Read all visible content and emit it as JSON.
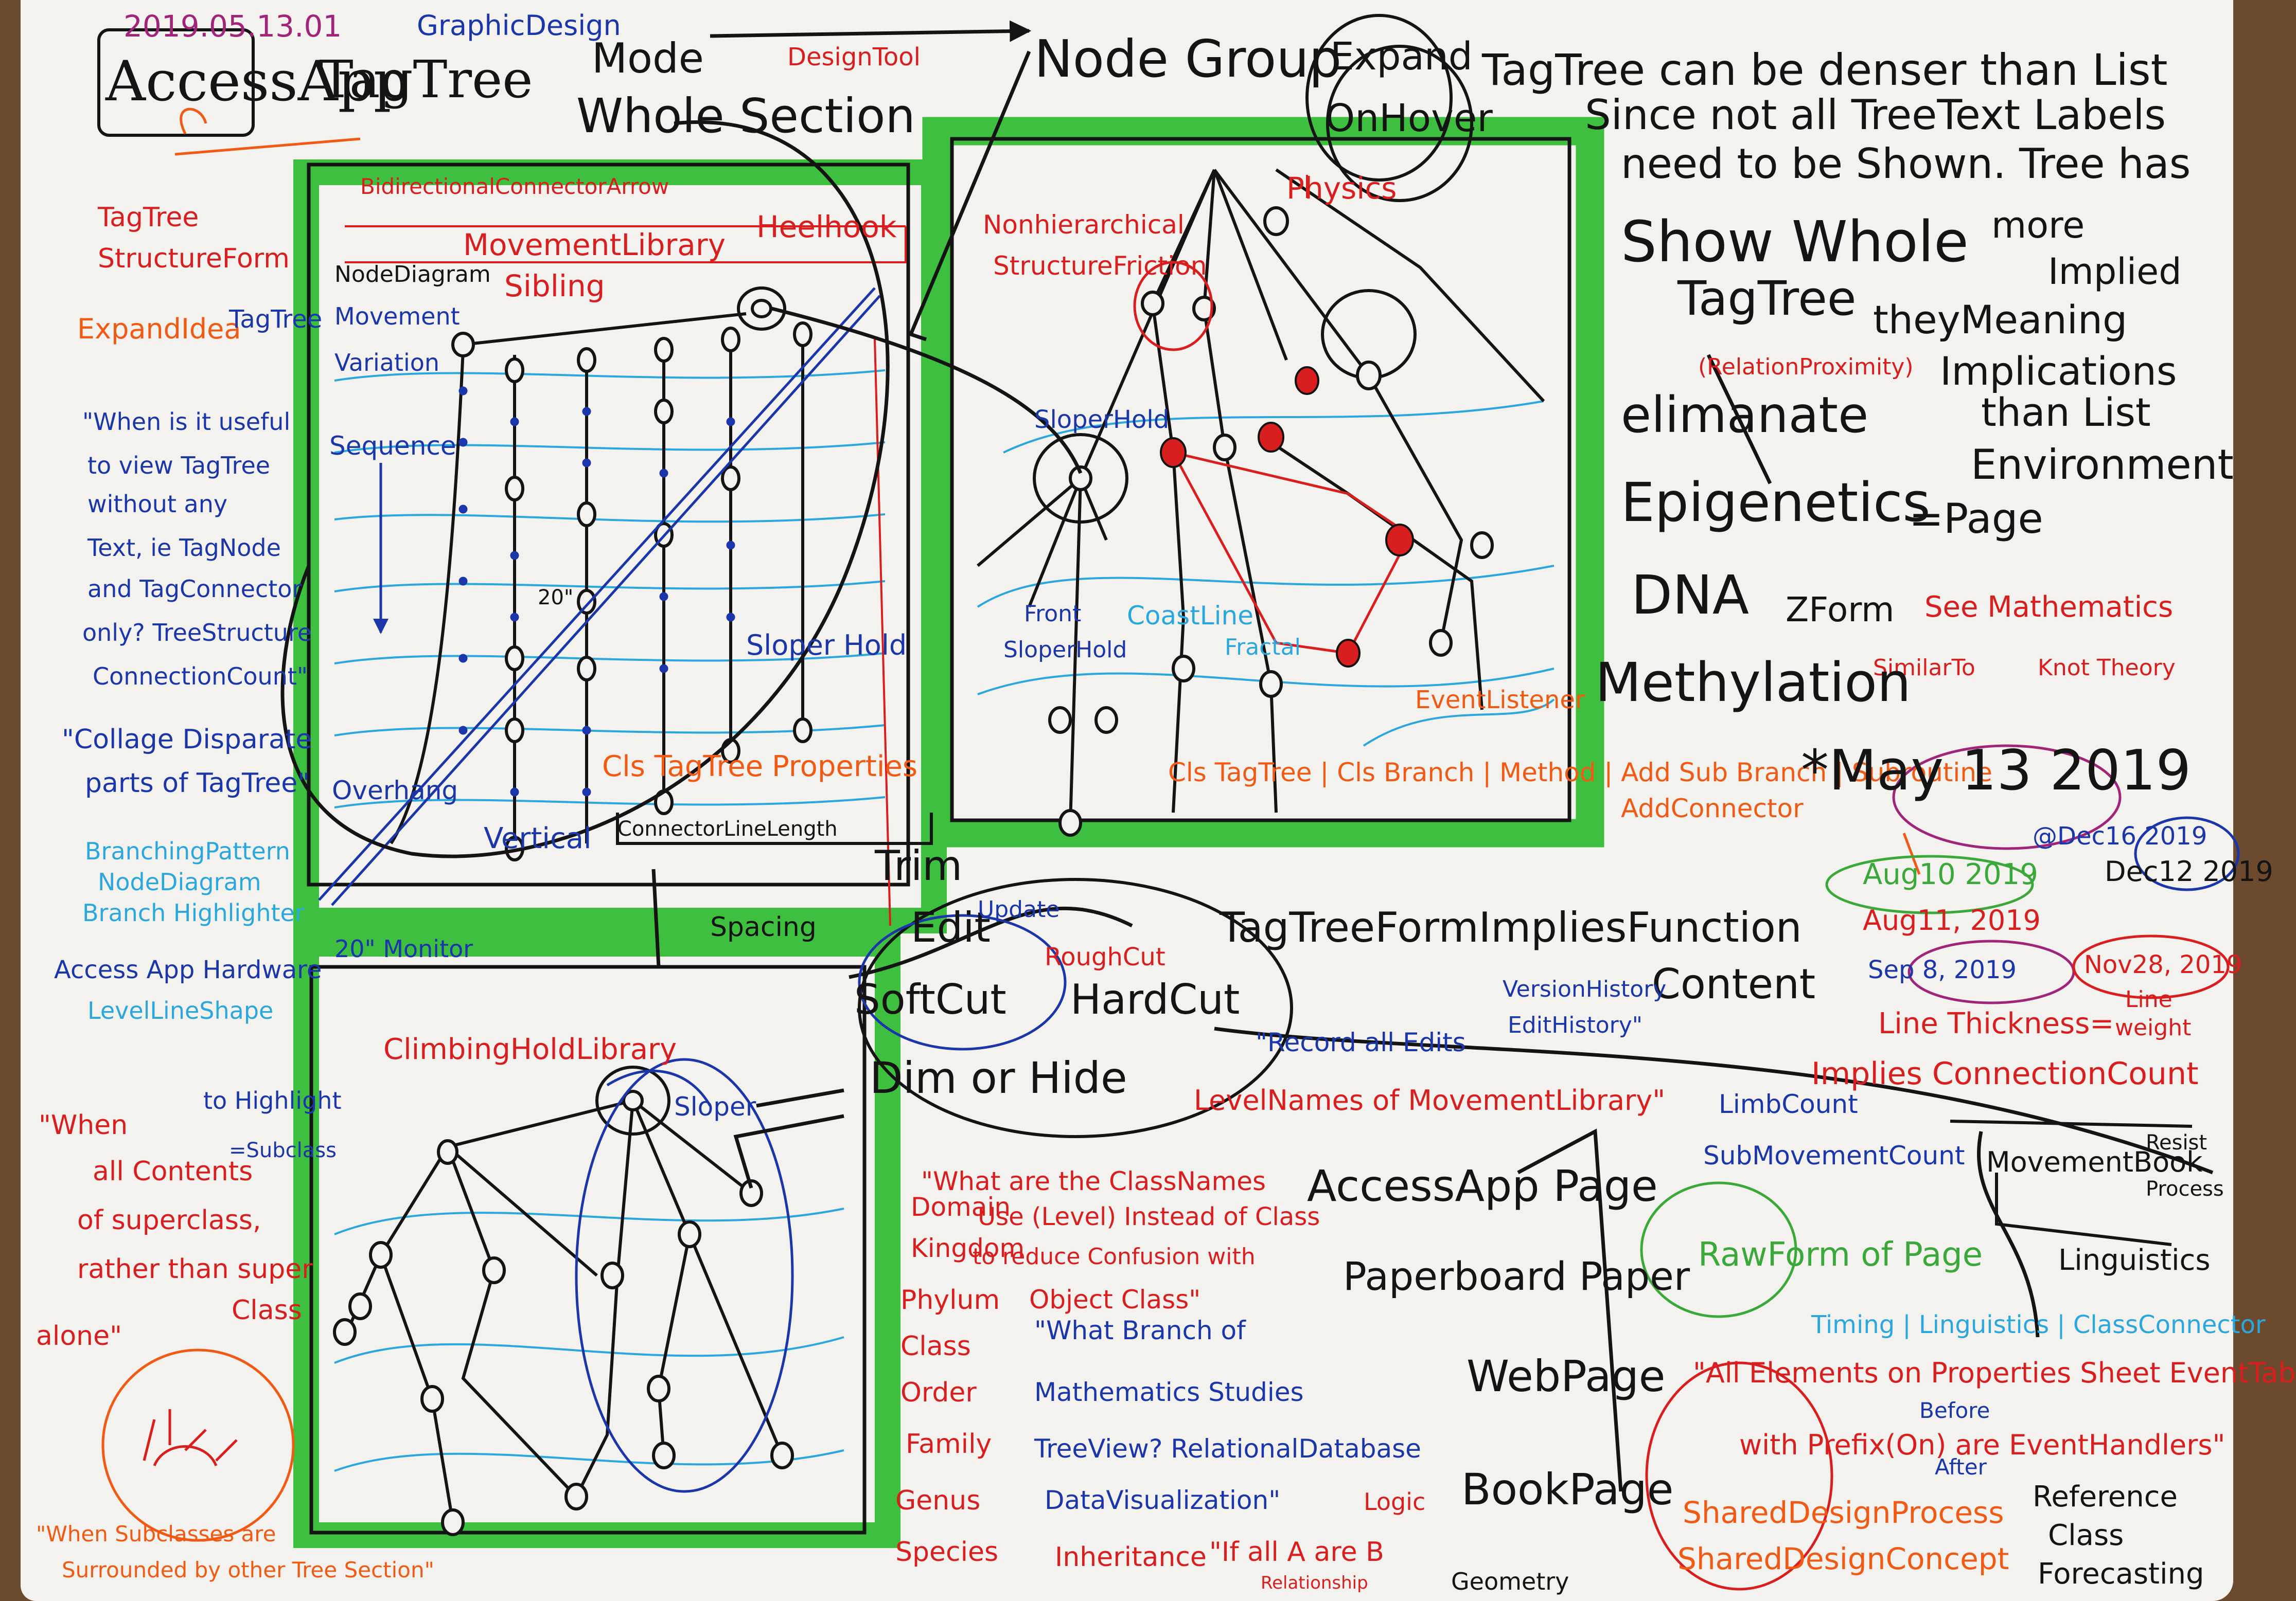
{
  "colors": {
    "paper": "#f4f2ee",
    "frame_green": "#3fbf3f",
    "ink_black": "#141414",
    "ink_blue": "#1b36a8",
    "ink_red": "#d81e1e",
    "ink_orange": "#f05a14",
    "ink_light_blue": "#2aa7dd",
    "ink_purple": "#a0247a"
  },
  "header": {
    "date": "2019.05.13.01",
    "app": "AccessApp",
    "tagtree": "TagTree",
    "graphic_design": "GraphicDesign",
    "mode": "Mode",
    "whole_section": "Whole Section",
    "design_tool": "DesignTool",
    "node_group": "Node Group",
    "expand": "Expand",
    "on_hover": "OnHover",
    "bidirectional": "BidirectionalConnectorArrow"
  },
  "left_notes": {
    "structure_form_1": "TagTree",
    "structure_form_2": "StructureForm",
    "expand_idea": "ExpandIdea",
    "tagtree_small": "TagTree",
    "useful_1": "\"When is it useful",
    "useful_2": "to view TagTree",
    "useful_3": "without any",
    "useful_4": "Text, ie TagNode",
    "useful_5": "and TagConnector",
    "useful_6": "only? TreeStructure",
    "useful_7": "ConnectionCount\"",
    "collage_1": "\"Collage Disparate",
    "collage_2": "parts of TagTree\"",
    "branching": "BranchingPattern",
    "node_diagram": "NodeDiagram",
    "branch_highlight": "Branch Highlighter",
    "hardware": "Access App Hardware",
    "monitor": "20\" Monitor",
    "level_line": "LevelLineShape",
    "when_1": "\"When",
    "when_2": "to Highlight",
    "when_3": "all Contents",
    "when_4": "of superclass,",
    "when_5": "rather than super",
    "when_6": "Class",
    "when_7": "alone\"",
    "subclass": "=Subclass",
    "bottom_quote_1": "\"When Subclasses are",
    "bottom_quote_2": "Surrounded by other Tree Section\""
  },
  "panel_a": {
    "node_diagram": "NodeDiagram",
    "movement_library": "MovementLibrary",
    "heelhook": "Heelhook",
    "sibling": "Sibling",
    "movement": "Movement",
    "variation": "Variation",
    "sequence": "Sequence",
    "twenty": "20\"",
    "sloper_hold": "Sloper Hold",
    "overhang": "Overhang",
    "vertical": "Vertical",
    "cls": "Cls TagTree",
    "properties": "Properties",
    "connector_length": "ConnectorLineLength"
  },
  "panel_b": {
    "nonhier_1": "Nonhierarchical",
    "nonhier_2": "StructureFriction",
    "physics": "Physics",
    "sloper_hold": "SloperHold",
    "front_1": "Front",
    "front_2": "SloperHold",
    "coastline": "CoastLine",
    "fractal": "Fractal",
    "event_listener": "EventListener",
    "cls_path": "Cls TagTree | Cls Branch | Method | Add Sub Branch | Subroutine",
    "add_connector": "AddConnector"
  },
  "panel_c": {
    "climbing": "ClimbingHoldLibrary",
    "sloper": "Sloper",
    "spacing": "Spacing"
  },
  "right_notes": {
    "denser_1": "TagTree can be denser than List",
    "denser_2": "Since not all TreeText Labels",
    "denser_3": "need to be Shown. Tree has",
    "show_whole_1": "Show Whole",
    "show_whole_2": "TagTree",
    "more": "more",
    "implied": "Implied",
    "they_meaning": "theyMeaning",
    "relation_proximity": "(RelationProximity)",
    "implications": "Implications",
    "than_list": "than List",
    "eliminate": "elimanate",
    "epigenetics": "Epigenetics",
    "environment": "Environment",
    "eq_page": "=Page",
    "dna": "DNA",
    "zform": "ZForm",
    "see_math": "See Mathematics",
    "similar_to": "SimilarTo",
    "knot_theory": "Knot Theory",
    "methylation": "Methylation",
    "may13": "*May 13 2019",
    "dec16": "@Dec16 2019",
    "aug10": "Aug10 2019",
    "dec12": "Dec12 2019",
    "aug11": "Aug11, 2019",
    "sep8": "Sep 8, 2019",
    "nov28": "Nov28, 2019",
    "line_thickness": "Line Thickness=",
    "line_weight_1": "Line",
    "line_weight_2": "weight",
    "implies_conn": "Implies ConnectionCount"
  },
  "center_notes": {
    "trim": "Trim",
    "edit": "Edit",
    "update": "Update",
    "roughcut": "RoughCut",
    "softcut": "SoftCut",
    "hardcut": "HardCut",
    "dim": "Dim or Hide",
    "form_implies": "TagTreeFormImpliesFunction",
    "content": "Content",
    "version_history": "VersionHistory",
    "edit_history": "EditHistory\"",
    "record_edits": "\"Record all Edits",
    "level_names": "LevelNames of MovementLibrary\"",
    "limb_count": "LimbCount",
    "submovement": "SubMovementCount",
    "movement_book": "MovementBook",
    "resist": "Resist",
    "process": "Process",
    "access_page": "AccessApp Page",
    "paperboard": "Paperboard Paper",
    "webpage": "WebPage",
    "bookpage": "BookPage",
    "raw_form": "RawForm of Page",
    "linguistics": "Linguistics",
    "timing": "Timing | Linguistics | ClassConnector",
    "all_elements": "\"All Elements on Properties Sheet EventTab",
    "with_prefix": "with Prefix(On) are EventHandlers\"",
    "before": "Before",
    "after": "After",
    "shared_process": "SharedDesignProcess",
    "shared_concept": "SharedDesignConcept",
    "reference": "Reference",
    "class": "Class",
    "forecasting": "Forecasting",
    "what_class_1": "\"What are the ClassNames",
    "what_class_2": "Use (Level) Instead of Class",
    "what_class_3": "to reduce Confusion with",
    "what_class_4": "Object Class\"",
    "domain": "Domain",
    "kingdom": "Kingdom",
    "phylum": "Phylum",
    "class_rank": "Class",
    "order": "Order",
    "family": "Family",
    "genus": "Genus",
    "species": "Species",
    "branch_math_1": "\"What Branch of",
    "branch_math_2": "Mathematics Studies",
    "treeview": "TreeView? RelationalDatabase",
    "dataviz": "DataVisualization\"",
    "logic": "Logic",
    "inheritance": "Inheritance",
    "if_all": "\"If all A are B",
    "relationship": "Relationship",
    "geometry": "Geometry"
  }
}
